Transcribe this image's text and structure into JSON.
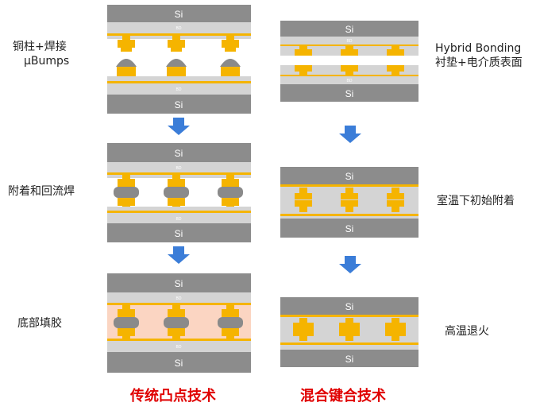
{
  "labels": {
    "left_step1": [
      "铜柱+焊接",
      "µBumps"
    ],
    "left_step2": "附着和回流焊",
    "left_step3": "底部填胶",
    "right_step1": [
      "Hybrid Bonding",
      "衬垫+电介质表面"
    ],
    "right_step2": "室温下初始附着",
    "right_step3": "高温退火"
  },
  "layer_text": {
    "si": "Si",
    "bd": "BD"
  },
  "footer": {
    "left_title": "传统凸点技术",
    "right_title": "混合键合技术"
  },
  "colors": {
    "silicon": "#8c8c8c",
    "dielectric": "#d4d4d4",
    "copper": "#f5b400",
    "solder": "#8a8a8a",
    "underfill": "#fbd5c2",
    "arrow": "#3b7dd8",
    "title_red": "#e00000"
  }
}
